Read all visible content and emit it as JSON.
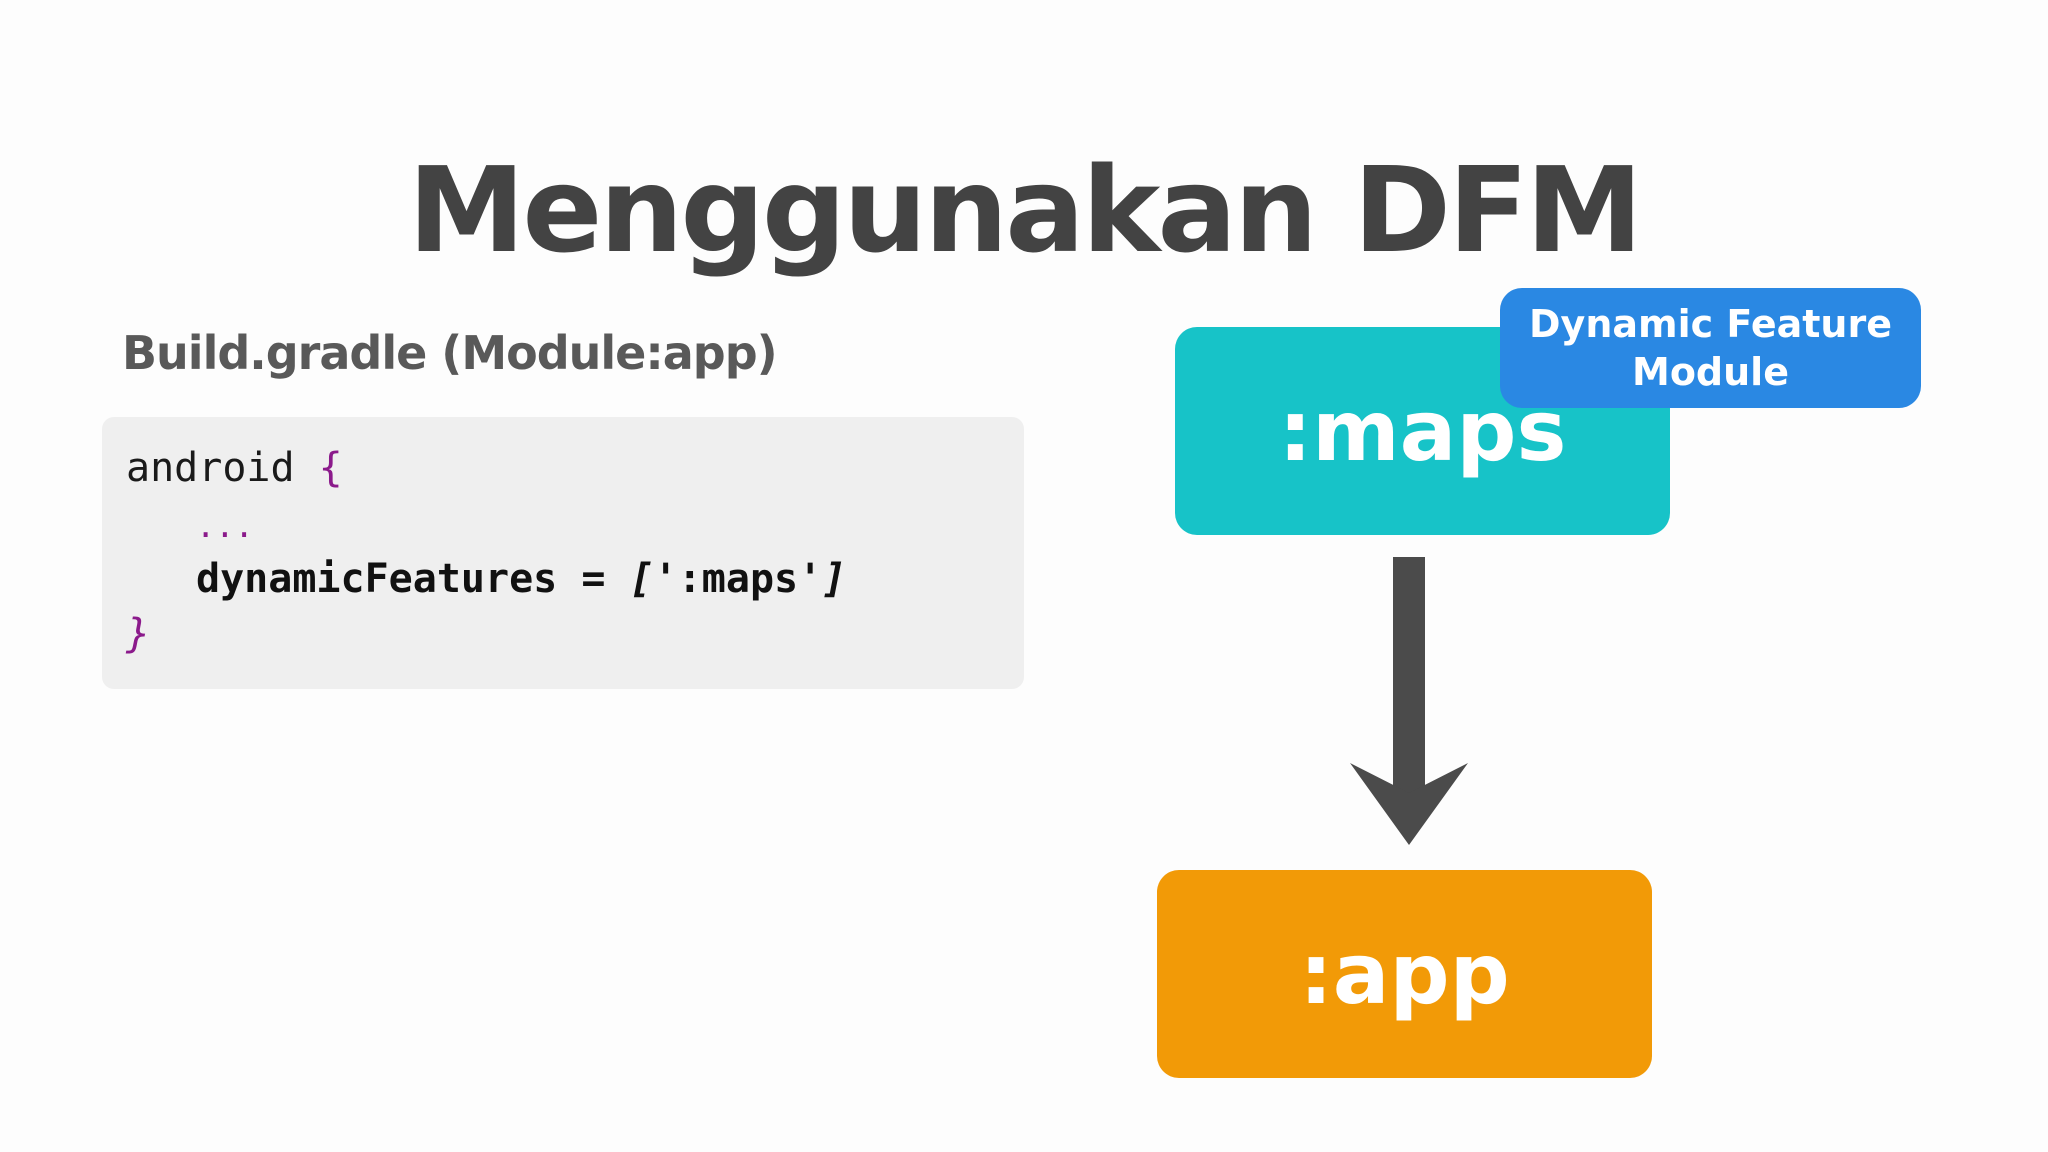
{
  "slide": {
    "title": "Menggunakan DFM",
    "section_label": "Build.gradle (Module:app)"
  },
  "code": {
    "line1_keyword": "android",
    "line1_brace": "{",
    "line2_ellipsis": "...",
    "line3_property": "dynamicFeatures",
    "line3_equals": "=",
    "line3_open_bracket": "[",
    "line3_value": "':maps'",
    "line3_close_bracket": "]",
    "line4_brace": "}"
  },
  "diagram": {
    "maps_module_label": ":maps",
    "app_module_label": ":app",
    "badge_line1": "Dynamic Feature",
    "badge_line2": "Module",
    "colors": {
      "maps_box": "#17c3c8",
      "app_box": "#f29a07",
      "badge": "#2a88e3",
      "arrow": "#4b4b4b"
    }
  }
}
